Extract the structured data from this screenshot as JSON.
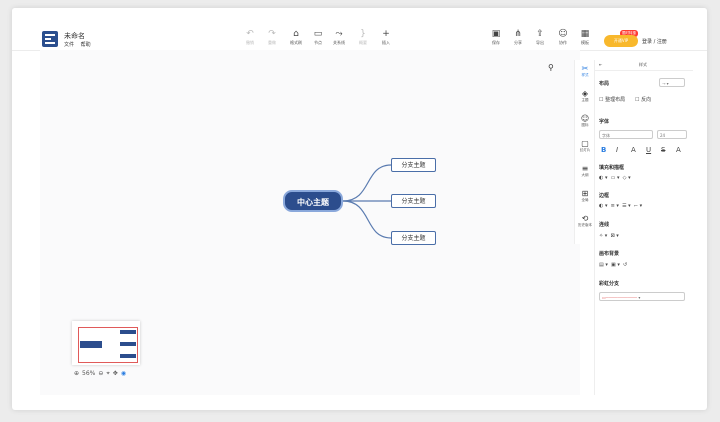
{
  "app": {
    "title": "未命名",
    "menus": [
      "文件",
      "帮助"
    ]
  },
  "toolbar": {
    "items": [
      {
        "label": "撤销",
        "icon": "undo-icon",
        "glyph": "↶",
        "disabled": true
      },
      {
        "label": "重做",
        "icon": "redo-icon",
        "glyph": "↷",
        "disabled": true
      },
      {
        "label": "格式刷",
        "icon": "format-brush-icon",
        "glyph": "⌂",
        "disabled": false
      },
      {
        "label": "节点",
        "icon": "node-icon",
        "glyph": "▭",
        "disabled": false
      },
      {
        "label": "关系线",
        "icon": "relation-line-icon",
        "glyph": "⤳",
        "disabled": false
      },
      {
        "label": "概要",
        "icon": "summary-icon",
        "glyph": "}",
        "disabled": true
      },
      {
        "label": "插入",
        "icon": "insert-icon",
        "glyph": "+",
        "disabled": false
      }
    ],
    "right_items": [
      {
        "label": "保存",
        "icon": "save-icon",
        "glyph": "▣"
      },
      {
        "label": "分享",
        "icon": "share-icon",
        "glyph": "⋔"
      },
      {
        "label": "导出",
        "icon": "export-icon",
        "glyph": "⇪"
      },
      {
        "label": "协作",
        "icon": "collaborate-icon",
        "glyph": "☺"
      },
      {
        "label": "模板",
        "icon": "template-icon",
        "glyph": "▦"
      }
    ]
  },
  "vip": {
    "label": "开通VIP",
    "badge": "限时特惠"
  },
  "auth": {
    "login_register": "登录 / 注册"
  },
  "mindmap": {
    "center": "中心主题",
    "branches": [
      "分支主题",
      "分支主题",
      "分支主题"
    ],
    "colors": {
      "center_fill": "#2c4d8d",
      "center_border": "#8aa8db",
      "branch_border": "#4a6ea8",
      "link": "#5a7bb0"
    }
  },
  "zoom": {
    "level": "56%"
  },
  "right_tabs": [
    {
      "label": "样式",
      "icon": "style-icon",
      "glyph": "✂",
      "active": true
    },
    {
      "label": "主题",
      "icon": "theme-icon",
      "glyph": "◈",
      "active": false
    },
    {
      "label": "图标",
      "icon": "sticker-icon",
      "glyph": "☺",
      "active": false
    },
    {
      "label": "幻灯片",
      "icon": "slides-icon",
      "glyph": "▢",
      "active": false
    },
    {
      "label": "大纲",
      "icon": "outline-icon",
      "glyph": "≡",
      "active": false
    },
    {
      "label": "全局",
      "icon": "global-icon",
      "glyph": "⊞",
      "active": false
    },
    {
      "label": "历史版本",
      "icon": "history-icon",
      "glyph": "⟲",
      "active": false
    }
  ],
  "panel": {
    "tab_style": "样式",
    "layout": {
      "title": "布局",
      "align": "整理布局",
      "reverse": "反向"
    },
    "font": {
      "title": "字体",
      "family": "字体",
      "size": "24"
    },
    "format_buttons": [
      "B",
      "I",
      "A",
      "U",
      "S",
      "A"
    ],
    "border_fill": "填充和描框",
    "border": "边框",
    "line": "连线",
    "canvas_bg": "画布背景",
    "rainbow": "彩虹分支"
  }
}
